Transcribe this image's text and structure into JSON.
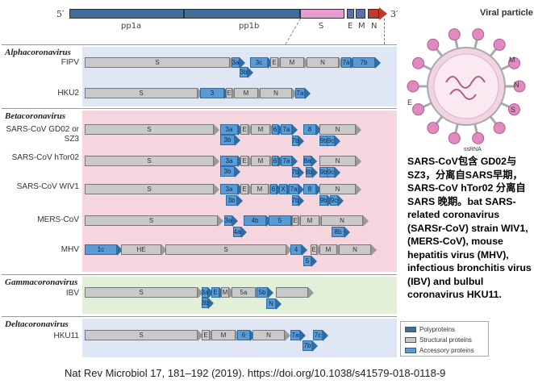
{
  "genome": {
    "five_prime": "5′",
    "three_prime": "3′",
    "segments": [
      {
        "label": "pp1a",
        "color": "#3f6e9a"
      },
      {
        "label": "pp1b",
        "color": "#3f6e9a"
      },
      {
        "label": "S",
        "color": "#e79bd0"
      },
      {
        "label": "E",
        "color": "#5b6fb0"
      },
      {
        "label": "M",
        "color": "#5b6fb0"
      },
      {
        "label": "N",
        "color": "#c0392b"
      }
    ]
  },
  "viral_particle": {
    "title": "Viral particle",
    "labels": {
      "m": "M",
      "n": "N",
      "e": "E",
      "s": "S",
      "ssrna": "ssRNA"
    }
  },
  "groups": [
    {
      "title": "Alphacoronavirus",
      "bg": "#dfe7f5",
      "rows": [
        {
          "label": "FIPV",
          "genes": [
            "S",
            "3a",
            "3b",
            "3c",
            "E",
            "M",
            "N",
            "7a",
            "7b"
          ]
        },
        {
          "label": "HKU2",
          "genes": [
            "S",
            "3",
            "E",
            "M",
            "N",
            "7a"
          ]
        }
      ]
    },
    {
      "title": "Betacoronavirus",
      "bg": "#f5d6de",
      "rows": [
        {
          "label": "SARS-CoV GD02 or SZ3",
          "genes": [
            "S",
            "3a",
            "3b",
            "E",
            "M",
            "6",
            "7a",
            "7b",
            "8",
            "9b",
            "9c",
            "N"
          ]
        },
        {
          "label": "SARS-CoV hTor02",
          "genes": [
            "S",
            "3a",
            "3b",
            "E",
            "M",
            "6",
            "7a",
            "7b",
            "8a",
            "8b",
            "9b",
            "9c",
            "N"
          ]
        },
        {
          "label": "SARS-CoV WIV1",
          "genes": [
            "S",
            "3a",
            "3b",
            "E",
            "M",
            "6",
            "X",
            "7a",
            "7b",
            "8",
            "9b",
            "9c",
            "N"
          ]
        },
        {
          "label": "MERS-CoV",
          "genes": [
            "S",
            "3a",
            "4a",
            "4b",
            "5",
            "E",
            "M",
            "N",
            "8b"
          ]
        },
        {
          "label": "MHV",
          "genes": [
            "1c",
            "HE",
            "S",
            "4",
            "5",
            "E",
            "M",
            "N"
          ]
        }
      ]
    },
    {
      "title": "Gammacoronavirus",
      "bg": "#e2f0d9",
      "rows": [
        {
          "label": "IBV",
          "genes": [
            "S",
            "3a",
            "3b",
            "E",
            "M",
            "5a",
            "5b",
            "N"
          ]
        }
      ]
    },
    {
      "title": "Deltacoronavirus",
      "bg": "#dfe7f5",
      "rows": [
        {
          "label": "HKU11",
          "genes": [
            "S",
            "E",
            "M",
            "6",
            "N",
            "7a",
            "7b",
            "7c"
          ]
        }
      ]
    }
  ],
  "legend": [
    {
      "label": "Polyproteins",
      "color": "#3f6e9a"
    },
    {
      "label": "Structural proteins",
      "color": "#c9c9c9"
    },
    {
      "label": "Accessory proteins",
      "color": "#5b9bd5"
    }
  ],
  "note_text": "SARS-CoV包含 GD02与SZ3，分离自SARS早期，SARS-CoV hTor02 分离自 SARS 晚期。bat SARS-related coronavirus (SARSr-CoV) strain WIV1, (MERS-CoV), mouse hepatitis virus (MHV), infectious bronchitis virus (IBV) and bulbul coronavirus HKU11.",
  "citation": "Nat Rev Microbiol 17, 181–192 (2019). https://doi.org/10.1038/s41579-018-0118-9"
}
